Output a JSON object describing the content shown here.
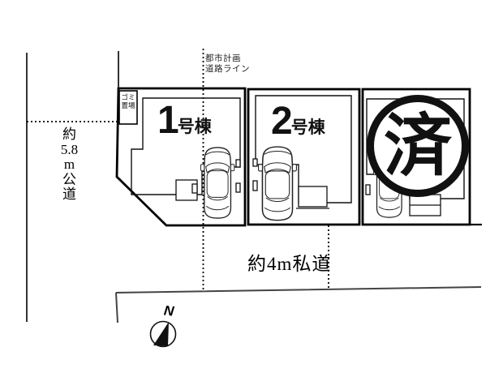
{
  "canvas": {
    "background": "#ffffff",
    "line_color": "#000000",
    "road_line_color": "#444444"
  },
  "labels": {
    "road_left_vertical": "約\n5.8\nm\n公\n道",
    "road_bottom": "約4m私道",
    "planning_line": "都市計画\n道路ライン",
    "garbage_station": "ゴミ\n置場",
    "compass_north": "N",
    "sold_stamp": "済"
  },
  "lots": [
    {
      "number": "1",
      "suffix": "号棟",
      "status": "available",
      "has_car": true,
      "has_porch": true
    },
    {
      "number": "2",
      "suffix": "号棟",
      "status": "available",
      "has_car": true,
      "has_porch": true
    },
    {
      "number": "",
      "suffix": "",
      "status": "sold",
      "has_car": true,
      "has_porch": true
    }
  ]
}
